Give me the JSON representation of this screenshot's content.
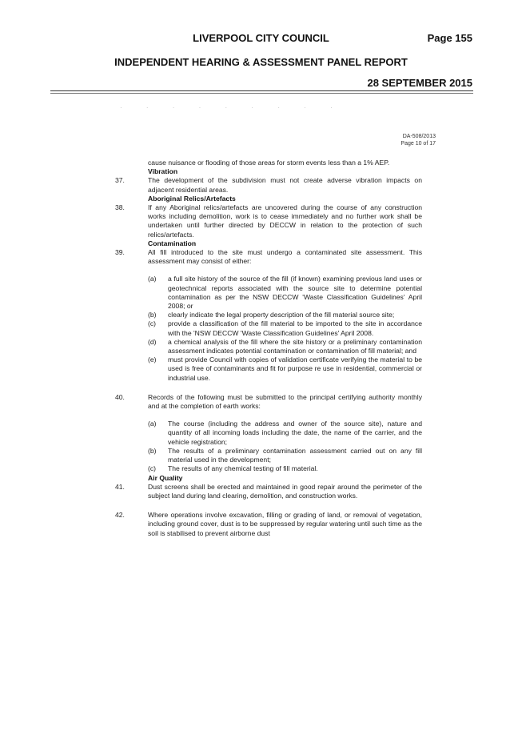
{
  "header": {
    "council": "LIVERPOOL CITY COUNCIL",
    "page": "Page 155",
    "panel": "INDEPENDENT HEARING & ASSESSMENT PANEL REPORT",
    "date": "28 SEPTEMBER 2015"
  },
  "doc_ref": {
    "da_number": "DA-508/2013",
    "page_of": "Page 10 of 17"
  },
  "continuation": "cause nuisance or flooding of those areas for storm events less than a 1% AEP.",
  "sections": [
    {
      "heading": "Vibration",
      "items": [
        {
          "num": "37.",
          "text": "The development of the subdivision must not create adverse vibration impacts on adjacent residential areas."
        }
      ]
    },
    {
      "heading": "Aboriginal Relics/Artefacts",
      "items": [
        {
          "num": "38.",
          "text": "If any Aboriginal relics/artefacts are uncovered during the course of any construction works including demolition, work is to cease immediately and no further work shall be undertaken until further directed by DECCW in relation to the protection of such relics/artefacts."
        }
      ]
    },
    {
      "heading": "Contamination",
      "items": [
        {
          "num": "39.",
          "text": "All fill introduced to the site must undergo a contaminated site assessment. This assessment may consist of either:",
          "subs": [
            {
              "label": "(a)",
              "text": "a full site history of the source of the fill (if known) examining previous land uses or geotechnical reports associated with the source site to determine potential contamination as per the NSW DECCW 'Waste Classification Guidelines' April 2008; or"
            },
            {
              "label": "(b)",
              "text": "clearly indicate the legal property description of the fill material source site;"
            },
            {
              "label": "(c)",
              "text": "provide a classification of the fill material to be imported to the site in accordance with the 'NSW DECCW 'Waste Classification Guidelines' April 2008."
            },
            {
              "label": "(d)",
              "text": "a chemical analysis of the fill where the site history or a preliminary contamination assessment indicates potential contamination or contamination of fill material; and"
            },
            {
              "label": "(e)",
              "text": "must provide Council with copies of validation certificate verifying the material to be used is free of contaminants and fit for purpose re use in residential, commercial or industrial use."
            }
          ]
        },
        {
          "num": "40.",
          "text": "Records of the following must be submitted to the principal certifying authority monthly and at the completion of earth works:",
          "subs": [
            {
              "label": "(a)",
              "text": "The course (including the address and owner of the source site), nature and quantity of all incoming loads including the date, the name of the carrier, and the vehicle registration;"
            },
            {
              "label": "(b)",
              "text": "The results of a preliminary contamination assessment carried out on any fill material used in the development;"
            },
            {
              "label": "(c)",
              "text": "The results of any chemical testing of fill material."
            }
          ]
        }
      ]
    },
    {
      "heading": "Air Quality",
      "items": [
        {
          "num": "41.",
          "text": "Dust screens shall be erected and maintained in good repair around the perimeter of the subject land during land clearing, demolition, and construction works."
        },
        {
          "num": "42.",
          "text": "Where operations involve excavation, filling or grading of land, or removal of vegetation, including ground cover, dust is to be suppressed by regular watering until such time as the soil is stabilised to prevent airborne dust"
        }
      ]
    }
  ]
}
